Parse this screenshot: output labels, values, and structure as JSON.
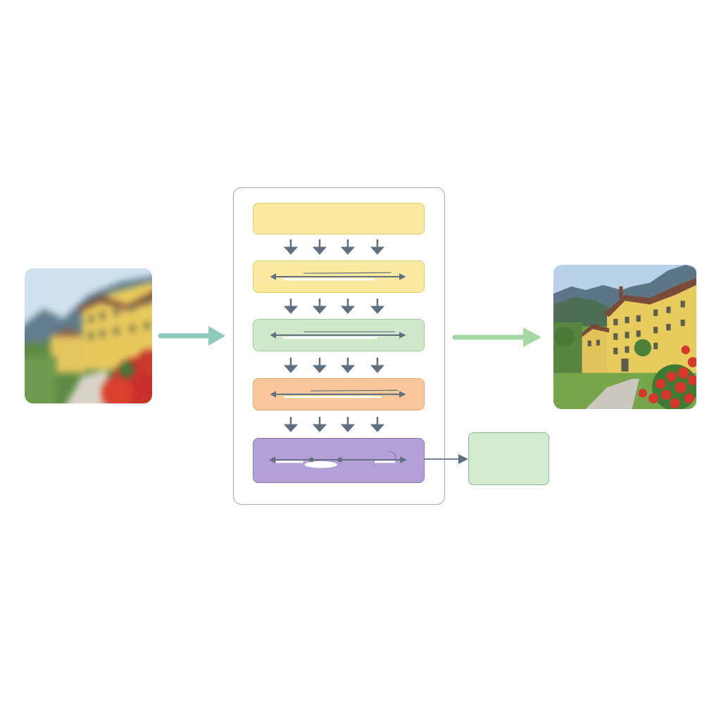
{
  "colors": {
    "background": "#ffffff",
    "panel_border": "#9aa9b8",
    "arrow_gray": "#5f6f80",
    "arrow_teal": "#8ec9bd",
    "arrow_green": "#a6d8a4",
    "block_yellow": "#f9e9a1",
    "block_yellow_border": "#e3cc6a",
    "block_green": "#cfe8c9",
    "block_green_border": "#9fcc96",
    "block_orange": "#f9c79a",
    "block_orange_border": "#e8a873",
    "block_purple": "#b49fd6",
    "block_purple_border": "#8c74b8",
    "output_box": "#d2ebcc",
    "output_box_border": "#8fb7a0"
  },
  "diagram": {
    "input_image": {
      "icon": "blurred-building-photo",
      "description_shown": false
    },
    "output_image": {
      "icon": "sharp-building-photo"
    },
    "pipeline_blocks": [
      {
        "id": "block-1",
        "color": "yellow",
        "has_inner_arrow": false
      },
      {
        "id": "block-2",
        "color": "yellow",
        "has_inner_arrow": true
      },
      {
        "id": "block-3",
        "color": "green",
        "has_inner_arrow": true
      },
      {
        "id": "block-4",
        "color": "orange",
        "has_inner_arrow": true
      },
      {
        "id": "block-5",
        "color": "purple",
        "has_inner_arrow": true
      }
    ],
    "down_arrow_rows": 4,
    "down_arrows_per_row": 4,
    "side_output": {
      "color": "green",
      "icon": "output-box"
    }
  }
}
